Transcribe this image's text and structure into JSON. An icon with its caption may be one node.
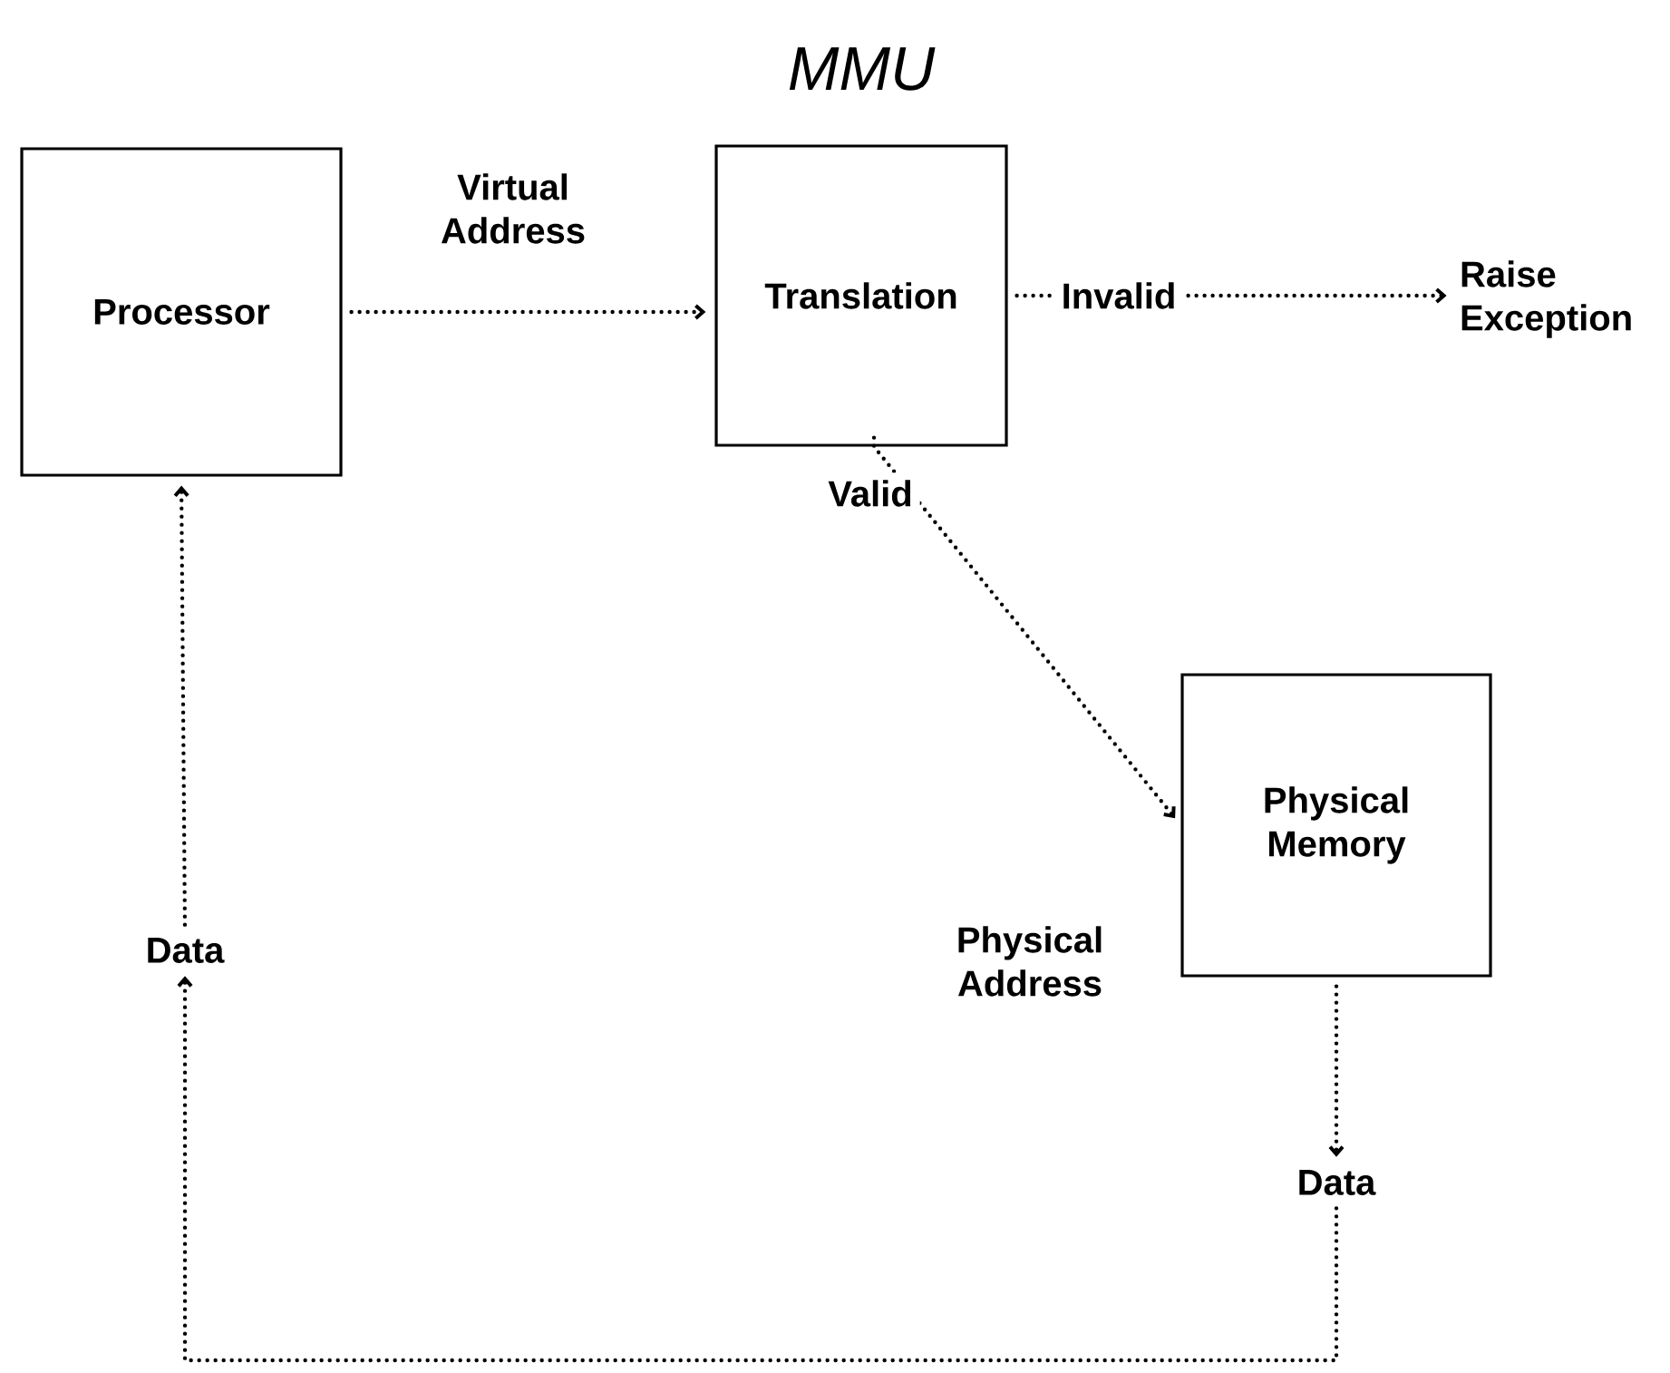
{
  "diagram": {
    "nodes": [
      {
        "text": [
          "Processor"
        ]
      },
      {
        "text": [
          "MMU",
          "Translation"
        ]
      },
      {
        "text": [
          "Raise Exception"
        ]
      },
      {
        "text": [
          "Physical Memory"
        ]
      },
      {
        "text": [
          "Data"
        ]
      },
      {
        "text": [
          "Data"
        ]
      }
    ],
    "edges": [
      {
        "from": 0,
        "to": 1,
        "arrow": "to",
        "label": "Virtual Address",
        "style": "dashed"
      },
      {
        "from": 1,
        "to": 2,
        "arrow": "to",
        "label": "Invalid",
        "style": "dashed"
      },
      {
        "from": 1,
        "to": 3,
        "arrow": "to",
        "label": "Valid",
        "style": "dashed"
      },
      {
        "from": 3,
        "to": 4,
        "arrow": "to",
        "style": "dashed"
      },
      {
        "from": 4,
        "to": 5,
        "arrow": "to",
        "style": "dashed"
      },
      {
        "from": 5,
        "to": 0,
        "arrow": "to",
        "style": "dashed"
      }
    ],
    "labels": [
      "Physical Address"
    ]
  }
}
